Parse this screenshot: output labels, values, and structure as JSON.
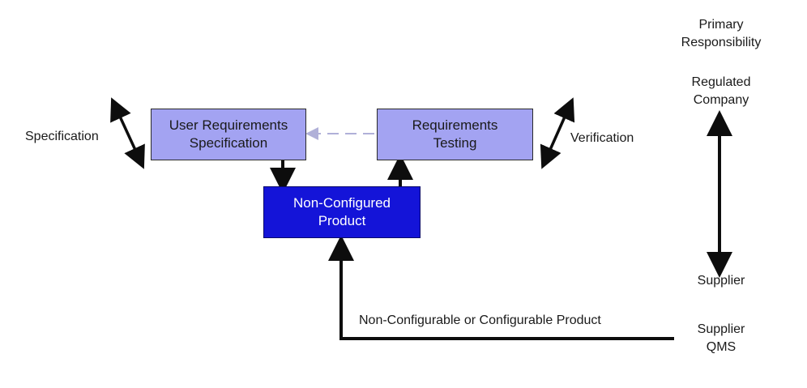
{
  "boxes": {
    "urs": {
      "line1": "User Requirements",
      "line2": "Specification"
    },
    "rt": {
      "line1": "Requirements",
      "line2": "Testing"
    },
    "ncp": {
      "line1": "Non-Configured",
      "line2": "Product"
    }
  },
  "labels": {
    "specification": "Specification",
    "verification": "Verification",
    "product_flow": "Non-Configurable or Configurable Product"
  },
  "responsibility": {
    "heading_line1": "Primary",
    "heading_line2": "Responsibility",
    "top_line1": "Regulated",
    "top_line2": "Company",
    "bottom": "Supplier",
    "qms_line1": "Supplier",
    "qms_line2": "QMS"
  },
  "colors": {
    "light_box": "#a3a3f2",
    "dark_box": "#1414d8",
    "arrow": "#0d0d0d",
    "dashed_arrow": "#b0b0d8"
  }
}
